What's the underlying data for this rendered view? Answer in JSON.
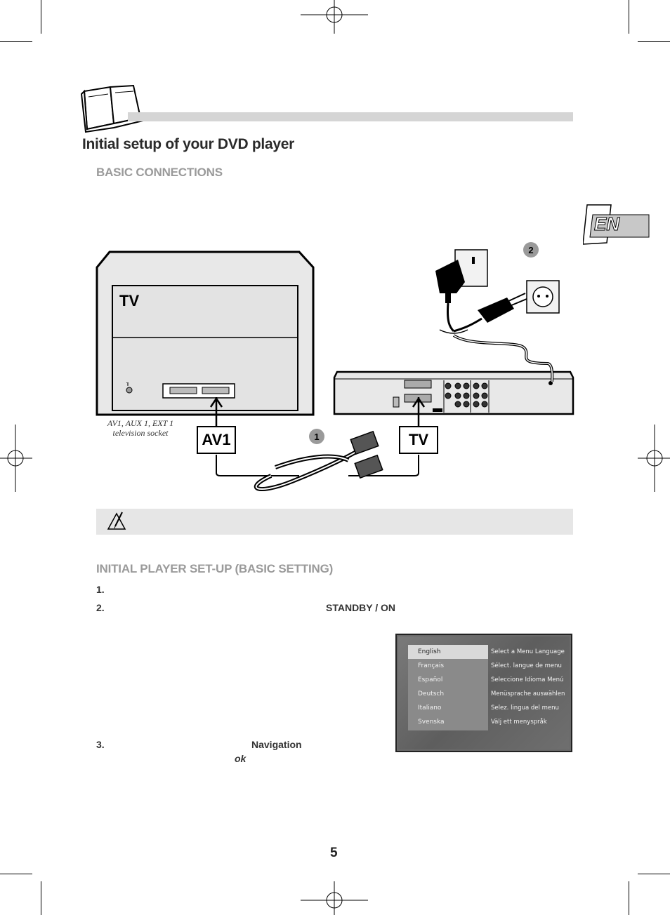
{
  "page": {
    "title": "Initial setup of your DVD player",
    "page_number": "5",
    "language_tab": "EN"
  },
  "basic_connections": {
    "heading": "BASIC CONNECTIONS",
    "tv_label": "TV",
    "av1_label": "AV1",
    "dvd_tv_label": "TV",
    "step_badge_1": "1",
    "step_badge_2": "2",
    "socket_caption": "AV1, AUX 1, EXT 1 television socket"
  },
  "initial_setup": {
    "heading": "INITIAL PLAYER SET-UP (BASIC SETTING)",
    "steps": [
      {
        "num": "1."
      },
      {
        "num": "2.",
        "keyword": "STANDBY / ON"
      },
      {
        "num": "3.",
        "keyword": "Navigation",
        "keyword2": "ok"
      }
    ]
  },
  "language_menu": {
    "languages": [
      "English",
      "Français",
      "Español",
      "Deutsch",
      "Italiano",
      "Svenska"
    ],
    "descriptions": [
      "Select a Menu Language",
      "Sélect. langue de menu",
      "Seleccione Idioma Menú",
      "Menüsprache auswählen",
      "Selez. lingua del menu",
      "Välj ett menyspråk"
    ],
    "selected_index": 0
  },
  "colors": {
    "accent_gray": "#9a9a9a",
    "bar_gray": "#d5d5d5",
    "note_gray": "#e6e6e6"
  }
}
